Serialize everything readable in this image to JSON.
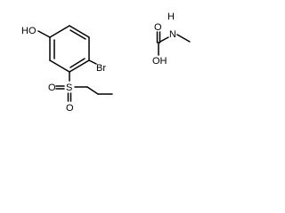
{
  "molecule_left": {
    "hydroxyl_label": "HO",
    "bromo_label": "Br",
    "sulfur_label": "S",
    "sulfonyl_oxygen_left_label": "O",
    "sulfonyl_oxygen_bottom_label": "O"
  },
  "molecule_right": {
    "carbonyl_oxygen_label": "O",
    "hydroxyl_label": "OH",
    "amine_label": "N",
    "amine_hydrogen_label": "H"
  }
}
